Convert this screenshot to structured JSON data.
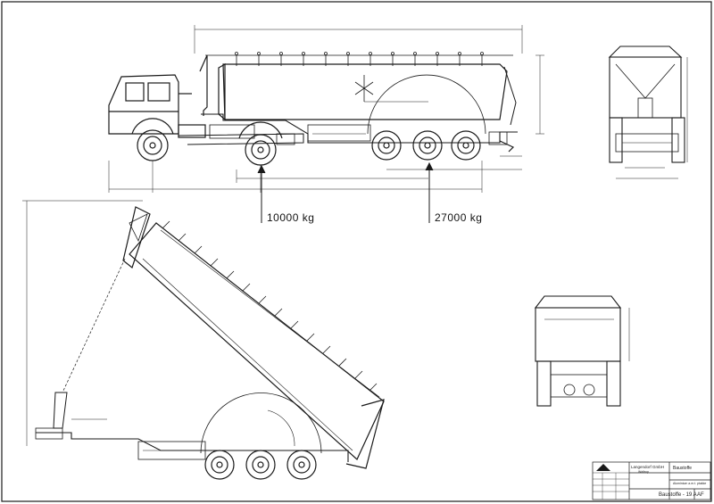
{
  "loads": {
    "front_axle": "10000 kg",
    "rear_axles": "27000 kg"
  },
  "title_block": {
    "company": "Langendorf GmbH",
    "location": "Waltrop",
    "title": "Baustoffe",
    "subtitle": "Aluminium a.m.t. ptakke",
    "model": "Baustoffe - 19 A",
    "sheet": "AF"
  },
  "colors": {
    "line": "#1a1a1a",
    "paper": "#ffffff"
  }
}
